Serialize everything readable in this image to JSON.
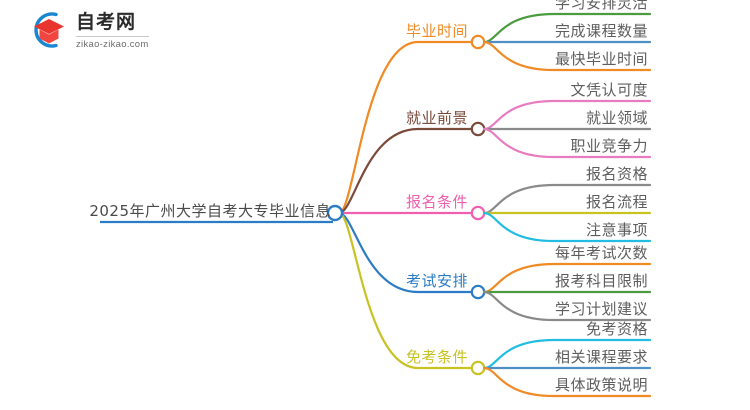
{
  "logo": {
    "icon": "graduation-cap-in-circle-icon",
    "name_cn": "自考网",
    "url": "zikao-zikao.com",
    "arc_color": "#1a87d0",
    "cap_color": "#e8352e"
  },
  "mindmap": {
    "root": {
      "label": "2025年广州大学自考大专毕业信息",
      "color": "#2b7cc4"
    },
    "branches": [
      {
        "label": "毕业时间",
        "color": "#f08a24",
        "children": [
          {
            "label": "学习安排灵活",
            "color": "#4a9c3f"
          },
          {
            "label": "完成课程数量",
            "color": "#4f8fc6"
          },
          {
            "label": "最快毕业时间",
            "color": "#f08a24"
          }
        ]
      },
      {
        "label": "就业前景",
        "color": "#7a4a3a",
        "children": [
          {
            "label": "文凭认可度",
            "color": "#e87cc0"
          },
          {
            "label": "就业领域",
            "color": "#8a8a8a"
          },
          {
            "label": "职业竞争力",
            "color": "#e87cc0"
          }
        ]
      },
      {
        "label": "报名条件",
        "color": "#ef5fae",
        "children": [
          {
            "label": "报名资格",
            "color": "#8a8a8a"
          },
          {
            "label": "报名流程",
            "color": "#c9c223"
          },
          {
            "label": "注意事项",
            "color": "#22bde0"
          }
        ]
      },
      {
        "label": "考试安排",
        "color": "#2b7cc4",
        "children": [
          {
            "label": "每年考试次数",
            "color": "#f08a24"
          },
          {
            "label": "报考科目限制",
            "color": "#4a9c3f"
          },
          {
            "label": "学习计划建议",
            "color": "#8a8a8a"
          }
        ]
      },
      {
        "label": "免考条件",
        "color": "#c9c223",
        "children": [
          {
            "label": "免考资格",
            "color": "#22bde0"
          },
          {
            "label": "相关课程要求",
            "color": "#4f8fc6"
          },
          {
            "label": "具体政策说明",
            "color": "#f08a24"
          }
        ]
      }
    ]
  }
}
